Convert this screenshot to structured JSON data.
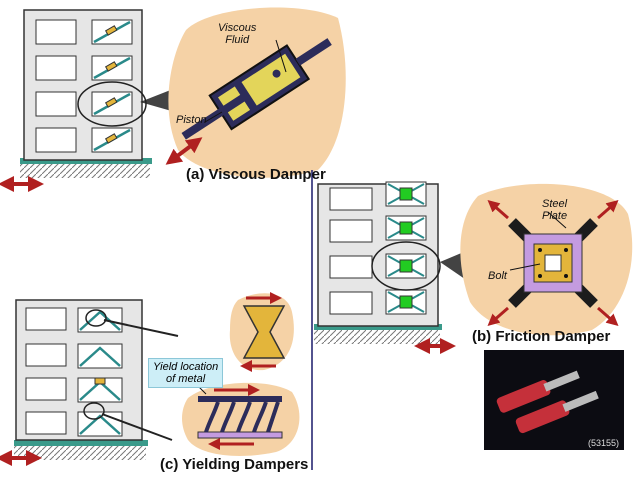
{
  "panels": {
    "viscous": {
      "caption": "(a) Viscous Damper",
      "fluid_label": "Viscous Fluid",
      "fluid_line1": "Viscous",
      "fluid_line2": "Fluid",
      "piston_label": "Piston"
    },
    "friction": {
      "caption": "(b) Friction Damper",
      "steel_line1": "Steel",
      "steel_line2": "Plate",
      "bolt_label": "Bolt"
    },
    "yielding": {
      "caption": "(c) Yielding Dampers",
      "yield_line1": "Yield location",
      "yield_line2": "of metal"
    },
    "photo": {
      "code": "(53155)"
    }
  },
  "colors": {
    "blob": "#f5d2a6",
    "brace": "#2a8a8a",
    "damper_yellow": "#e3b53b",
    "friction_purple": "#c49be0",
    "friction_green": "#22cc22",
    "arrow_red": "#b02020",
    "ground_teal": "#3a9a8a"
  }
}
